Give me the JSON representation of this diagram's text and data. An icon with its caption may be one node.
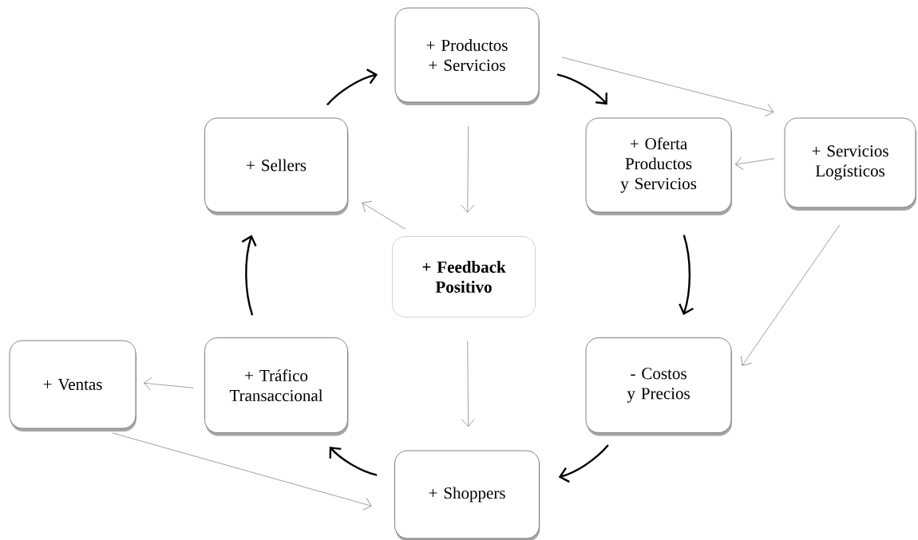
{
  "diagram": {
    "nodes": [
      {
        "text": [
          "+ Productos",
          "+ Servicios"
        ]
      },
      {
        "text": [
          "+ Sellers"
        ]
      },
      {
        "text": [
          "+ Oferta Productos y Servicios"
        ]
      },
      {
        "text": [
          "+ Servicios Logísticos"
        ]
      },
      {
        "text": [
          "+ Feedback Positivo"
        ]
      },
      {
        "text": [
          "+ Ventas"
        ]
      },
      {
        "text": [
          "+ Tráfico Transaccional"
        ]
      },
      {
        "text": [
          "- Costos y Precios"
        ]
      },
      {
        "text": [
          "+ Shoppers"
        ]
      }
    ],
    "edges": [
      {
        "from": 1,
        "to": 0,
        "arrow": "to",
        "style": "thick"
      },
      {
        "from": 0,
        "to": 2,
        "arrow": "to",
        "style": "thick"
      },
      {
        "from": 0,
        "to": 3,
        "arrow": "to"
      },
      {
        "from": 0,
        "to": 4,
        "arrow": "to"
      },
      {
        "from": 3,
        "to": 2,
        "arrow": "to"
      },
      {
        "from": 4,
        "to": 1,
        "arrow": "to"
      },
      {
        "from": 2,
        "to": 7,
        "arrow": "to",
        "style": "thick"
      },
      {
        "from": 3,
        "to": 7,
        "arrow": "to"
      },
      {
        "from": 4,
        "to": 8,
        "arrow": "to"
      },
      {
        "from": 7,
        "to": 8,
        "arrow": "to",
        "style": "thick"
      },
      {
        "from": 8,
        "to": 6,
        "arrow": "to",
        "style": "thick"
      },
      {
        "from": 6,
        "to": 1,
        "arrow": "to",
        "style": "thick"
      },
      {
        "from": 6,
        "to": 5,
        "arrow": "to"
      },
      {
        "from": 5,
        "to": 8,
        "arrow": "to"
      }
    ]
  }
}
